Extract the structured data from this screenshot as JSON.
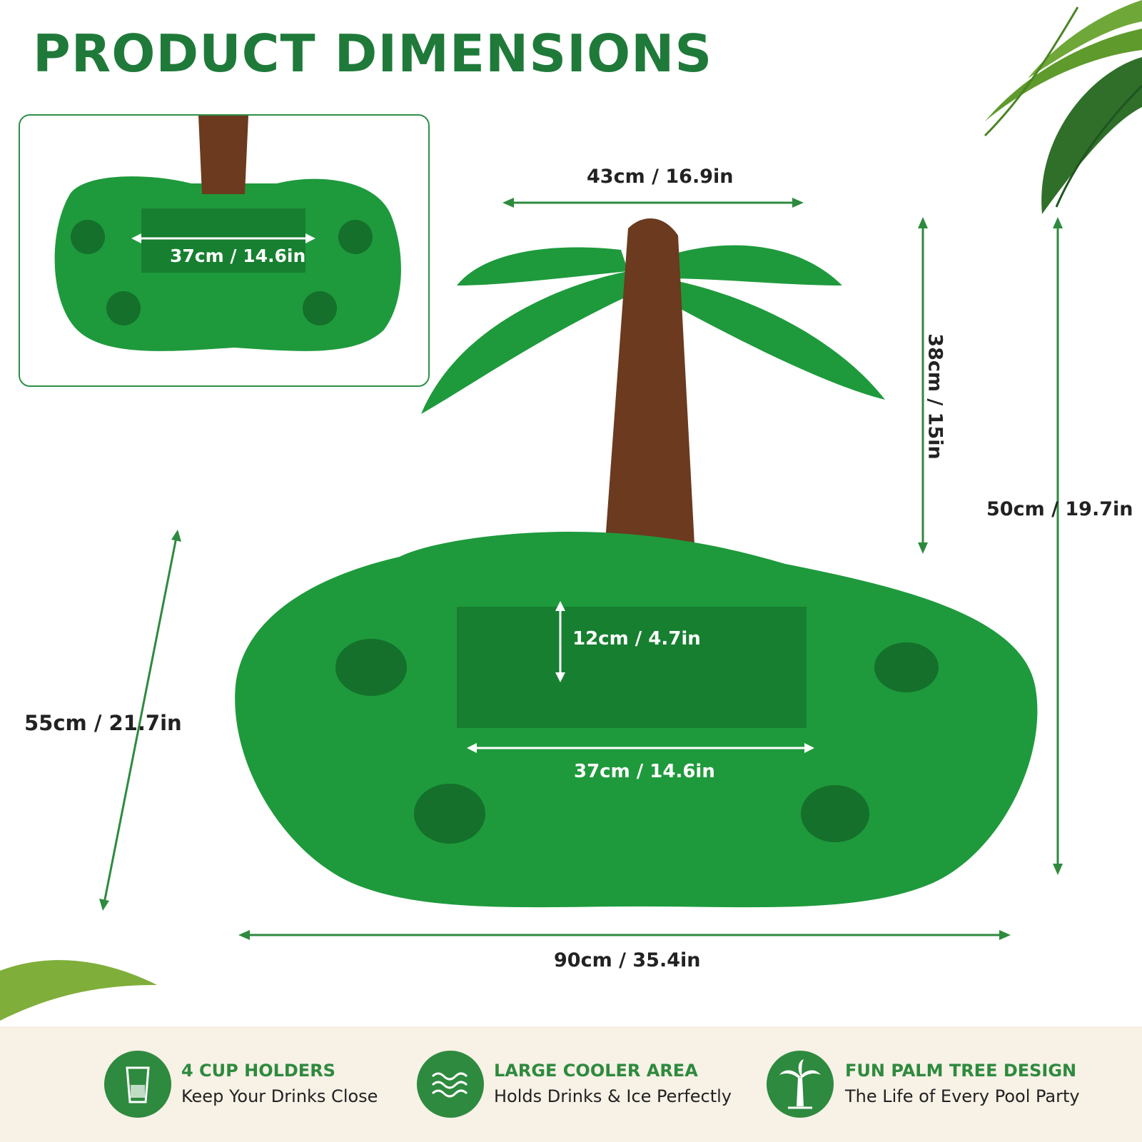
{
  "title": "PRODUCT DIMENSIONS",
  "inset": {
    "width_label": "37cm / 14.6in"
  },
  "dimensions": {
    "frond_width": "43cm / 16.9in",
    "tree_height": "38cm / 15in",
    "total_height": "50cm / 19.7in",
    "depth": "55cm / 21.7in",
    "cooler_depth": "12cm / 4.7in",
    "cooler_width": "37cm / 14.6in",
    "total_width": "90cm / 35.4in"
  },
  "features": [
    {
      "icon": "cup-icon",
      "title": "4 CUP HOLDERS",
      "subtitle": "Keep Your Drinks Close"
    },
    {
      "icon": "waves-icon",
      "title": "LARGE COOLER AREA",
      "subtitle": "Holds Drinks & Ice Perfectly"
    },
    {
      "icon": "palm-tree-icon",
      "title": "FUN PALM TREE DESIGN",
      "subtitle": "The Life of Every Pool Party"
    }
  ],
  "colors": {
    "brand_green": "#1f7a3a",
    "float_green": "#1e9a3c",
    "trunk_brown": "#6b3a1f",
    "footer_bg": "#f7f1e6"
  }
}
